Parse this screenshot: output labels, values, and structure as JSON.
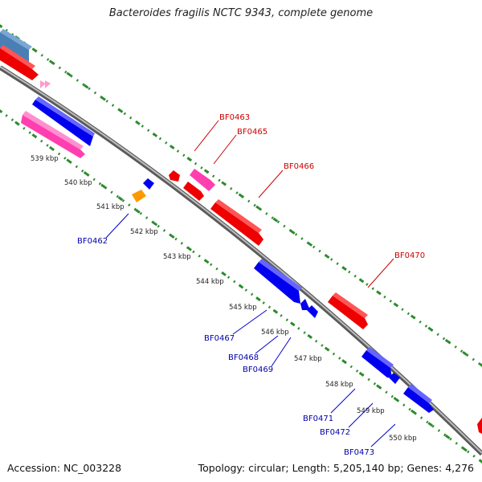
{
  "header": {
    "title": "Bacteroides fragilis NCTC 9343, complete genome"
  },
  "footer": {
    "accession": "Accession: NC_003228",
    "topology": "Topology: circular; Length: 5,205,140 bp; Genes: 4,276"
  },
  "colors": {
    "backbone": "#8c8c8c",
    "forward_genes": "#ee0000",
    "reverse_genes": "#0000ee",
    "forward_label": "#cc0000",
    "reverse_label": "#0000aa",
    "pink_feature": "#ff3fb0",
    "steelblue_feature": "#4a7fb6",
    "orange_feature": "#ff9900",
    "tick_green": "#2e8b2e"
  },
  "ticks": [
    {
      "label": "539 kbp"
    },
    {
      "label": "540 kbp"
    },
    {
      "label": "541 kbp"
    },
    {
      "label": "542 kbp"
    },
    {
      "label": "543 kbp"
    },
    {
      "label": "544 kbp"
    },
    {
      "label": "545 kbp"
    },
    {
      "label": "546 kbp"
    },
    {
      "label": "547 kbp"
    },
    {
      "label": "548 kbp"
    },
    {
      "label": "549 kbp"
    },
    {
      "label": "550 kbp"
    }
  ],
  "genes": [
    {
      "name": "BF0462",
      "strand": "reverse"
    },
    {
      "name": "BF0463",
      "strand": "forward"
    },
    {
      "name": "BF0465",
      "strand": "forward"
    },
    {
      "name": "BF0466",
      "strand": "forward"
    },
    {
      "name": "BF0467",
      "strand": "reverse"
    },
    {
      "name": "BF0468",
      "strand": "reverse"
    },
    {
      "name": "BF0469",
      "strand": "reverse"
    },
    {
      "name": "BF0470",
      "strand": "forward"
    },
    {
      "name": "BF0471",
      "strand": "reverse"
    },
    {
      "name": "BF0472",
      "strand": "reverse"
    },
    {
      "name": "BF0473",
      "strand": "reverse"
    }
  ]
}
